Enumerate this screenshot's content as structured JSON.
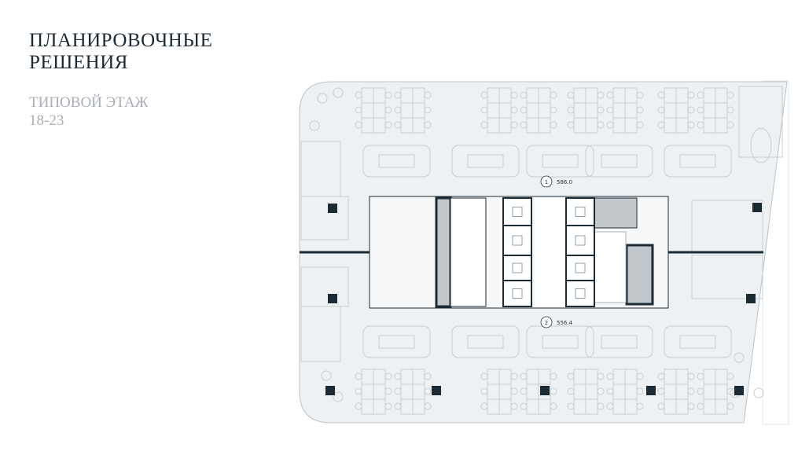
{
  "heading": {
    "line1": "ПЛАНИРОВОЧНЫЕ",
    "line2": "РЕШЕНИЯ"
  },
  "floor": {
    "name": "ТИПОВОЙ ЭТАЖ",
    "levels": "18-23"
  },
  "plan": {
    "markers": [
      {
        "number": "1",
        "value": "586.0"
      },
      {
        "number": "2",
        "value": "556.4"
      }
    ],
    "colors": {
      "floor": "#eef1f3",
      "line": "#c7cdd2",
      "wall": "#1c2a33",
      "shaft": "#c2c7cb"
    }
  }
}
